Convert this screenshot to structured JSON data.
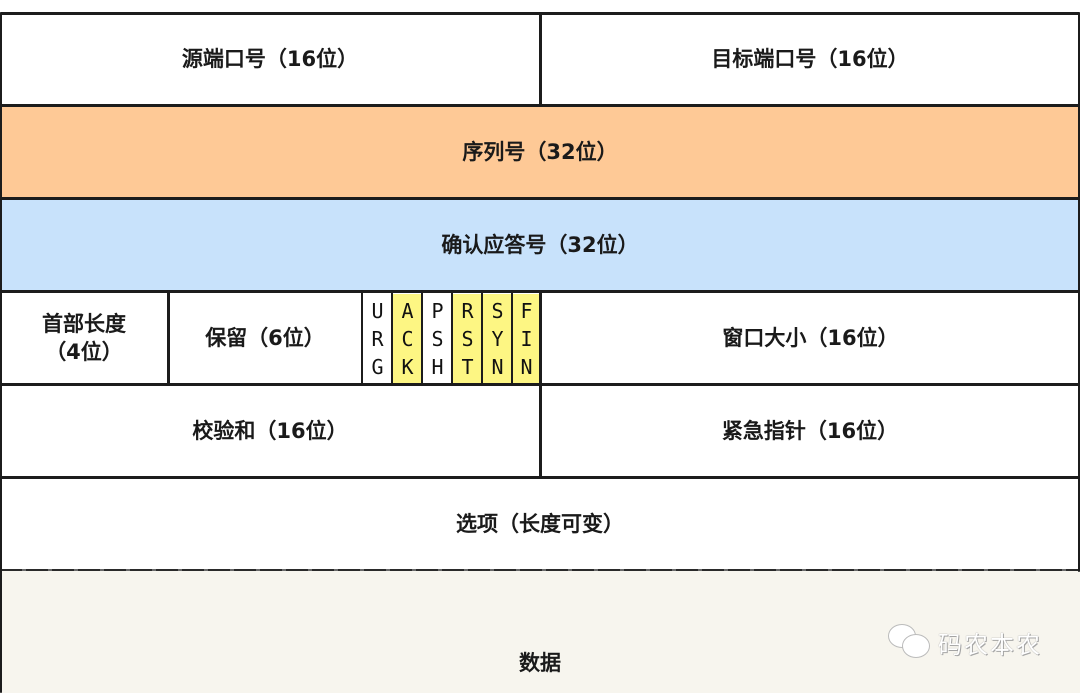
{
  "diagram": {
    "title": "TCP header format",
    "colors": {
      "border": "#1c1c1c",
      "default_fill": "#ffffff",
      "sequence_fill": "#fec996",
      "ack_number_fill": "#c8e2fb",
      "flag_highlight_fill": "#fdf683",
      "data_fill": "#f7f5ee"
    },
    "rows": [
      {
        "fields": [
          {
            "label": "源端口号（16位）"
          },
          {
            "label": "目标端口号（16位）"
          }
        ]
      },
      {
        "fields": [
          {
            "label": "序列号（32位）"
          }
        ]
      },
      {
        "fields": [
          {
            "label": "确认应答号（32位）"
          }
        ]
      },
      {
        "fields": [
          {
            "label_line1": "首部长度",
            "label_line2": "（4位）"
          },
          {
            "label": "保留（6位）"
          },
          {
            "label": "窗口大小（16位）"
          }
        ]
      },
      {
        "fields": [
          {
            "label": "校验和（16位）"
          },
          {
            "label": "紧急指针（16位）"
          }
        ]
      },
      {
        "fields": [
          {
            "label": "选项（长度可变）"
          }
        ]
      },
      {
        "fields": [
          {
            "label": "数据"
          }
        ]
      }
    ],
    "flags": [
      {
        "letters": [
          "U",
          "R",
          "G"
        ],
        "highlighted": false
      },
      {
        "letters": [
          "A",
          "C",
          "K"
        ],
        "highlighted": true
      },
      {
        "letters": [
          "P",
          "S",
          "H"
        ],
        "highlighted": false
      },
      {
        "letters": [
          "R",
          "S",
          "T"
        ],
        "highlighted": true
      },
      {
        "letters": [
          "S",
          "Y",
          "N"
        ],
        "highlighted": true
      },
      {
        "letters": [
          "F",
          "I",
          "N"
        ],
        "highlighted": true
      }
    ]
  },
  "watermark": {
    "icon": "wechat-icon",
    "text": "码农本农"
  }
}
